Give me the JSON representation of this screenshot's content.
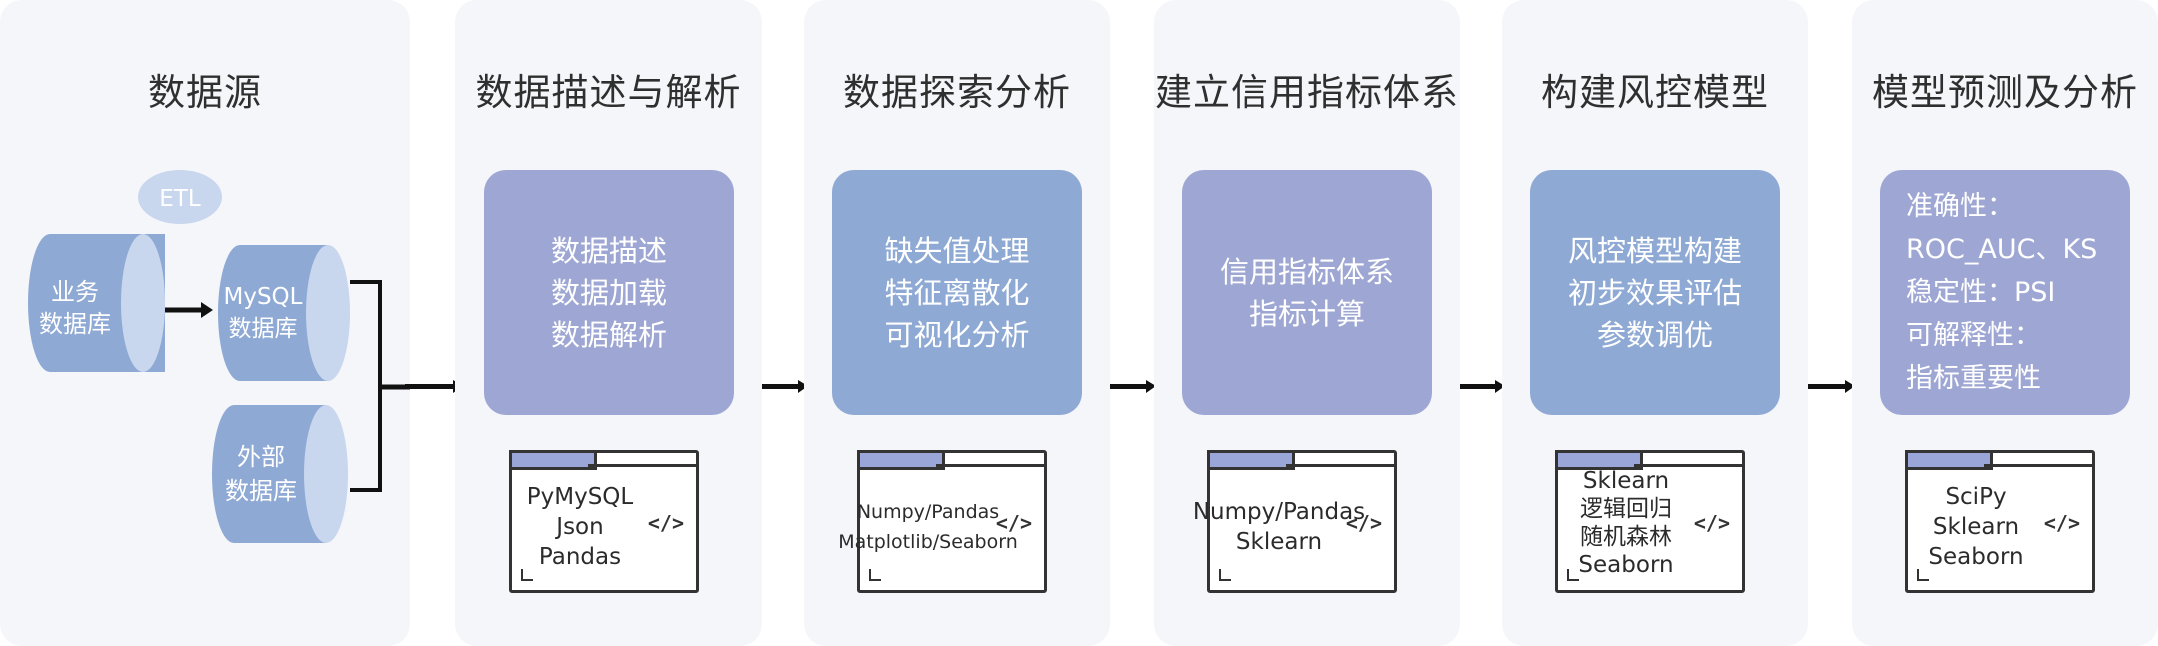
{
  "stages": [
    {
      "title": "数据源"
    },
    {
      "title": "数据描述与解析",
      "card": [
        "数据描述",
        "数据加载",
        "数据解析"
      ],
      "tools": [
        "PyMySQL",
        "Json",
        "Pandas"
      ]
    },
    {
      "title": "数据探索分析",
      "card": [
        "缺失值处理",
        "特征离散化",
        "可视化分析"
      ],
      "tools": [
        "Numpy/Pandas",
        "Matplotlib/Seaborn"
      ]
    },
    {
      "title": "建立信用指标体系",
      "card": [
        "信用指标体系",
        "指标计算"
      ],
      "tools": [
        "Numpy/Pandas",
        "Sklearn"
      ]
    },
    {
      "title": "构建风控模型",
      "card": [
        "风控模型构建",
        "初步效果评估",
        "参数调优"
      ],
      "tools": [
        "Sklearn",
        "逻辑回归",
        "随机森林",
        "Seaborn"
      ]
    },
    {
      "title": "模型预测及分析",
      "card": [
        "准确性：",
        "ROC_AUC、KS",
        "稳定性：PSI",
        "可解释性：",
        "指标重要性"
      ],
      "tools": [
        "SciPy",
        "Sklearn",
        "Seaborn"
      ]
    }
  ],
  "sources": {
    "etl": "ETL",
    "business_db": [
      "业务",
      "数据库"
    ],
    "mysql_db": [
      "MySQL",
      "数据库"
    ],
    "external_db": [
      "外部",
      "数据库"
    ]
  },
  "code_icon": "</>",
  "colors": {
    "card_purple": "#9ea7d3",
    "card_blue": "#8ea9d4",
    "cylinder": "#8ea9d4",
    "cylinder_cap": "#c8d6ee",
    "panel_bg": "#f5f6fa"
  }
}
